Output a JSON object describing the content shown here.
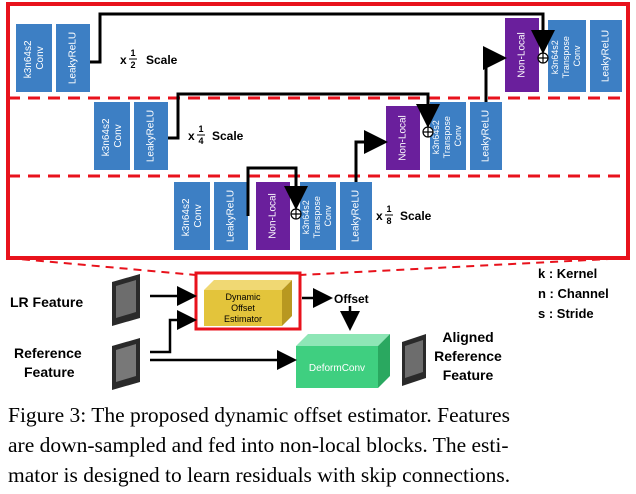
{
  "diagram": {
    "blocks": {
      "conv": [
        "k3n64s2",
        "Conv"
      ],
      "lrelu": "LeakyReLU",
      "nonlocal": "Non-Local",
      "transpose": [
        "k3n64s2",
        "Transpose",
        "Conv"
      ]
    },
    "scales": {
      "s1": {
        "prefix": "x",
        "num": "1",
        "den": "2",
        "suffix": "Scale"
      },
      "s2": {
        "prefix": "x",
        "num": "1",
        "den": "4",
        "suffix": "Scale"
      },
      "s3": {
        "prefix": "x",
        "num": "1",
        "den": "8",
        "suffix": "Scale"
      }
    },
    "bottom": {
      "lr_feature": "LR Feature",
      "reference_feature": [
        "Reference",
        "Feature"
      ],
      "estimator": [
        "Dynamic",
        "Offset",
        "Estimator"
      ],
      "offset": "Offset",
      "deformconv": "DeformConv",
      "aligned": [
        "Aligned",
        "Reference",
        "Feature"
      ]
    },
    "legend": [
      "k : Kernel",
      "n : Channel",
      "s : Stride"
    ],
    "colors": {
      "conv_blue": "#3d7fc4",
      "nonlocal_purple": "#6a1f9c",
      "frame_red": "#e8121c",
      "estimator_yellow": "#e3c43b",
      "deform_green": "#3fcf80"
    }
  },
  "caption": [
    "Figure 3: The proposed dynamic offset estimator. Features",
    "are down-sampled and fed into non-local blocks. The esti-",
    "mator is designed to learn residuals with skip connections."
  ]
}
